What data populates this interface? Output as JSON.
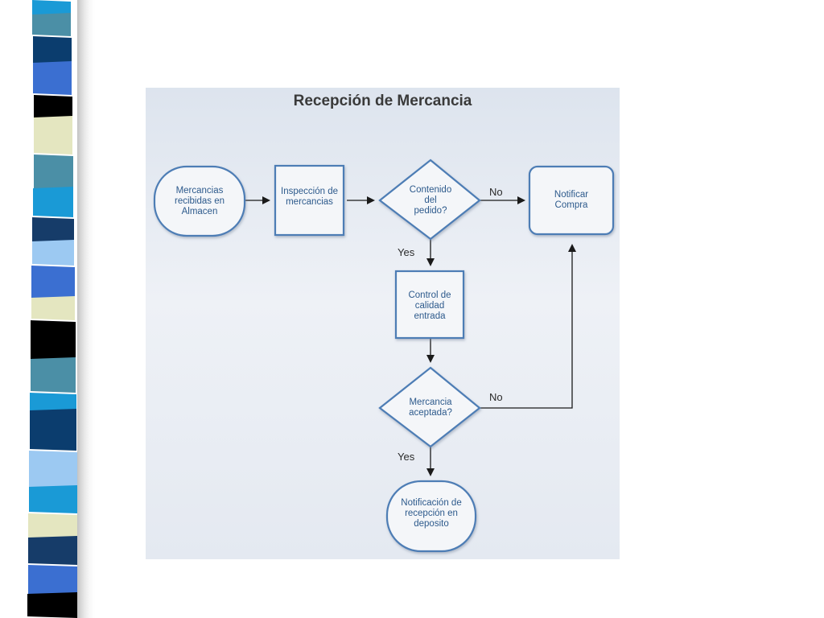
{
  "diagram": {
    "title": "Recepción de Mercancia",
    "nodes": {
      "start": "Mercancias\nrecibidas en\nAlmacen",
      "inspection": "Inspección de\nmercancias",
      "content_check": "Contenido\ndel\npedido?",
      "notify_purchase": "Notificar\nCompra",
      "quality_control": "Control de\ncalidad\nentrada",
      "accepted_check": "Mercancia\naceptada?",
      "notify_receipt": "Notificación de\nrecepción en\ndeposito"
    },
    "edge_labels": {
      "content_no": "No",
      "content_yes": "Yes",
      "accepted_no": "No",
      "accepted_yes": "Yes"
    },
    "colors": {
      "node_fill": "#f4f6f9",
      "node_stroke": "#4d7db5",
      "node_text": "#2d5a8c",
      "arrow": "#1a1a1a"
    }
  },
  "decoration": {
    "stripe_colors": [
      "#1a9ad6",
      "#0b3d6e",
      "#3b6fd1",
      "#e4e6c0",
      "#000000",
      "#4b8fa6",
      "#9cc9f2",
      "#163c69"
    ]
  }
}
